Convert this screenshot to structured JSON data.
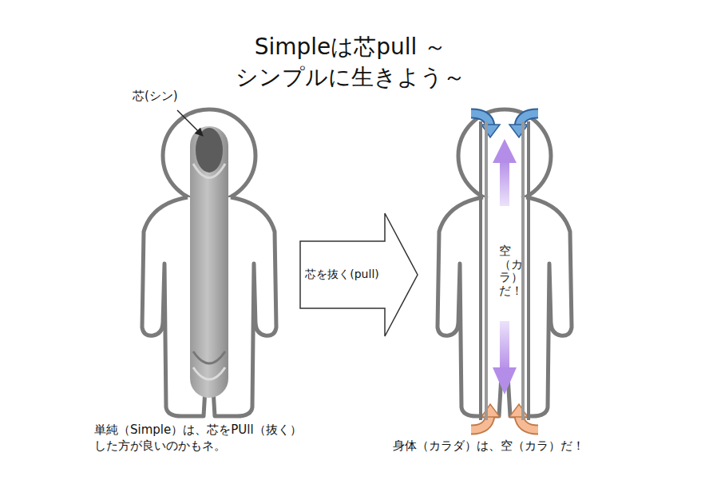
{
  "diagram": {
    "title": "Simpleは芯pull ～シンプルに生きよう～",
    "nodes": [
      {
        "text": [
          "芯を抜く(pull)"
        ]
      },
      {
        "text": [
          "空（カラ）だ！"
        ]
      }
    ],
    "labels": [
      "芯(シン)",
      "単純（Simple）は、芯をPUll（抜く） した方が良いのかもネ。",
      "身体（カラダ）は、空（カラ）だ！"
    ]
  }
}
